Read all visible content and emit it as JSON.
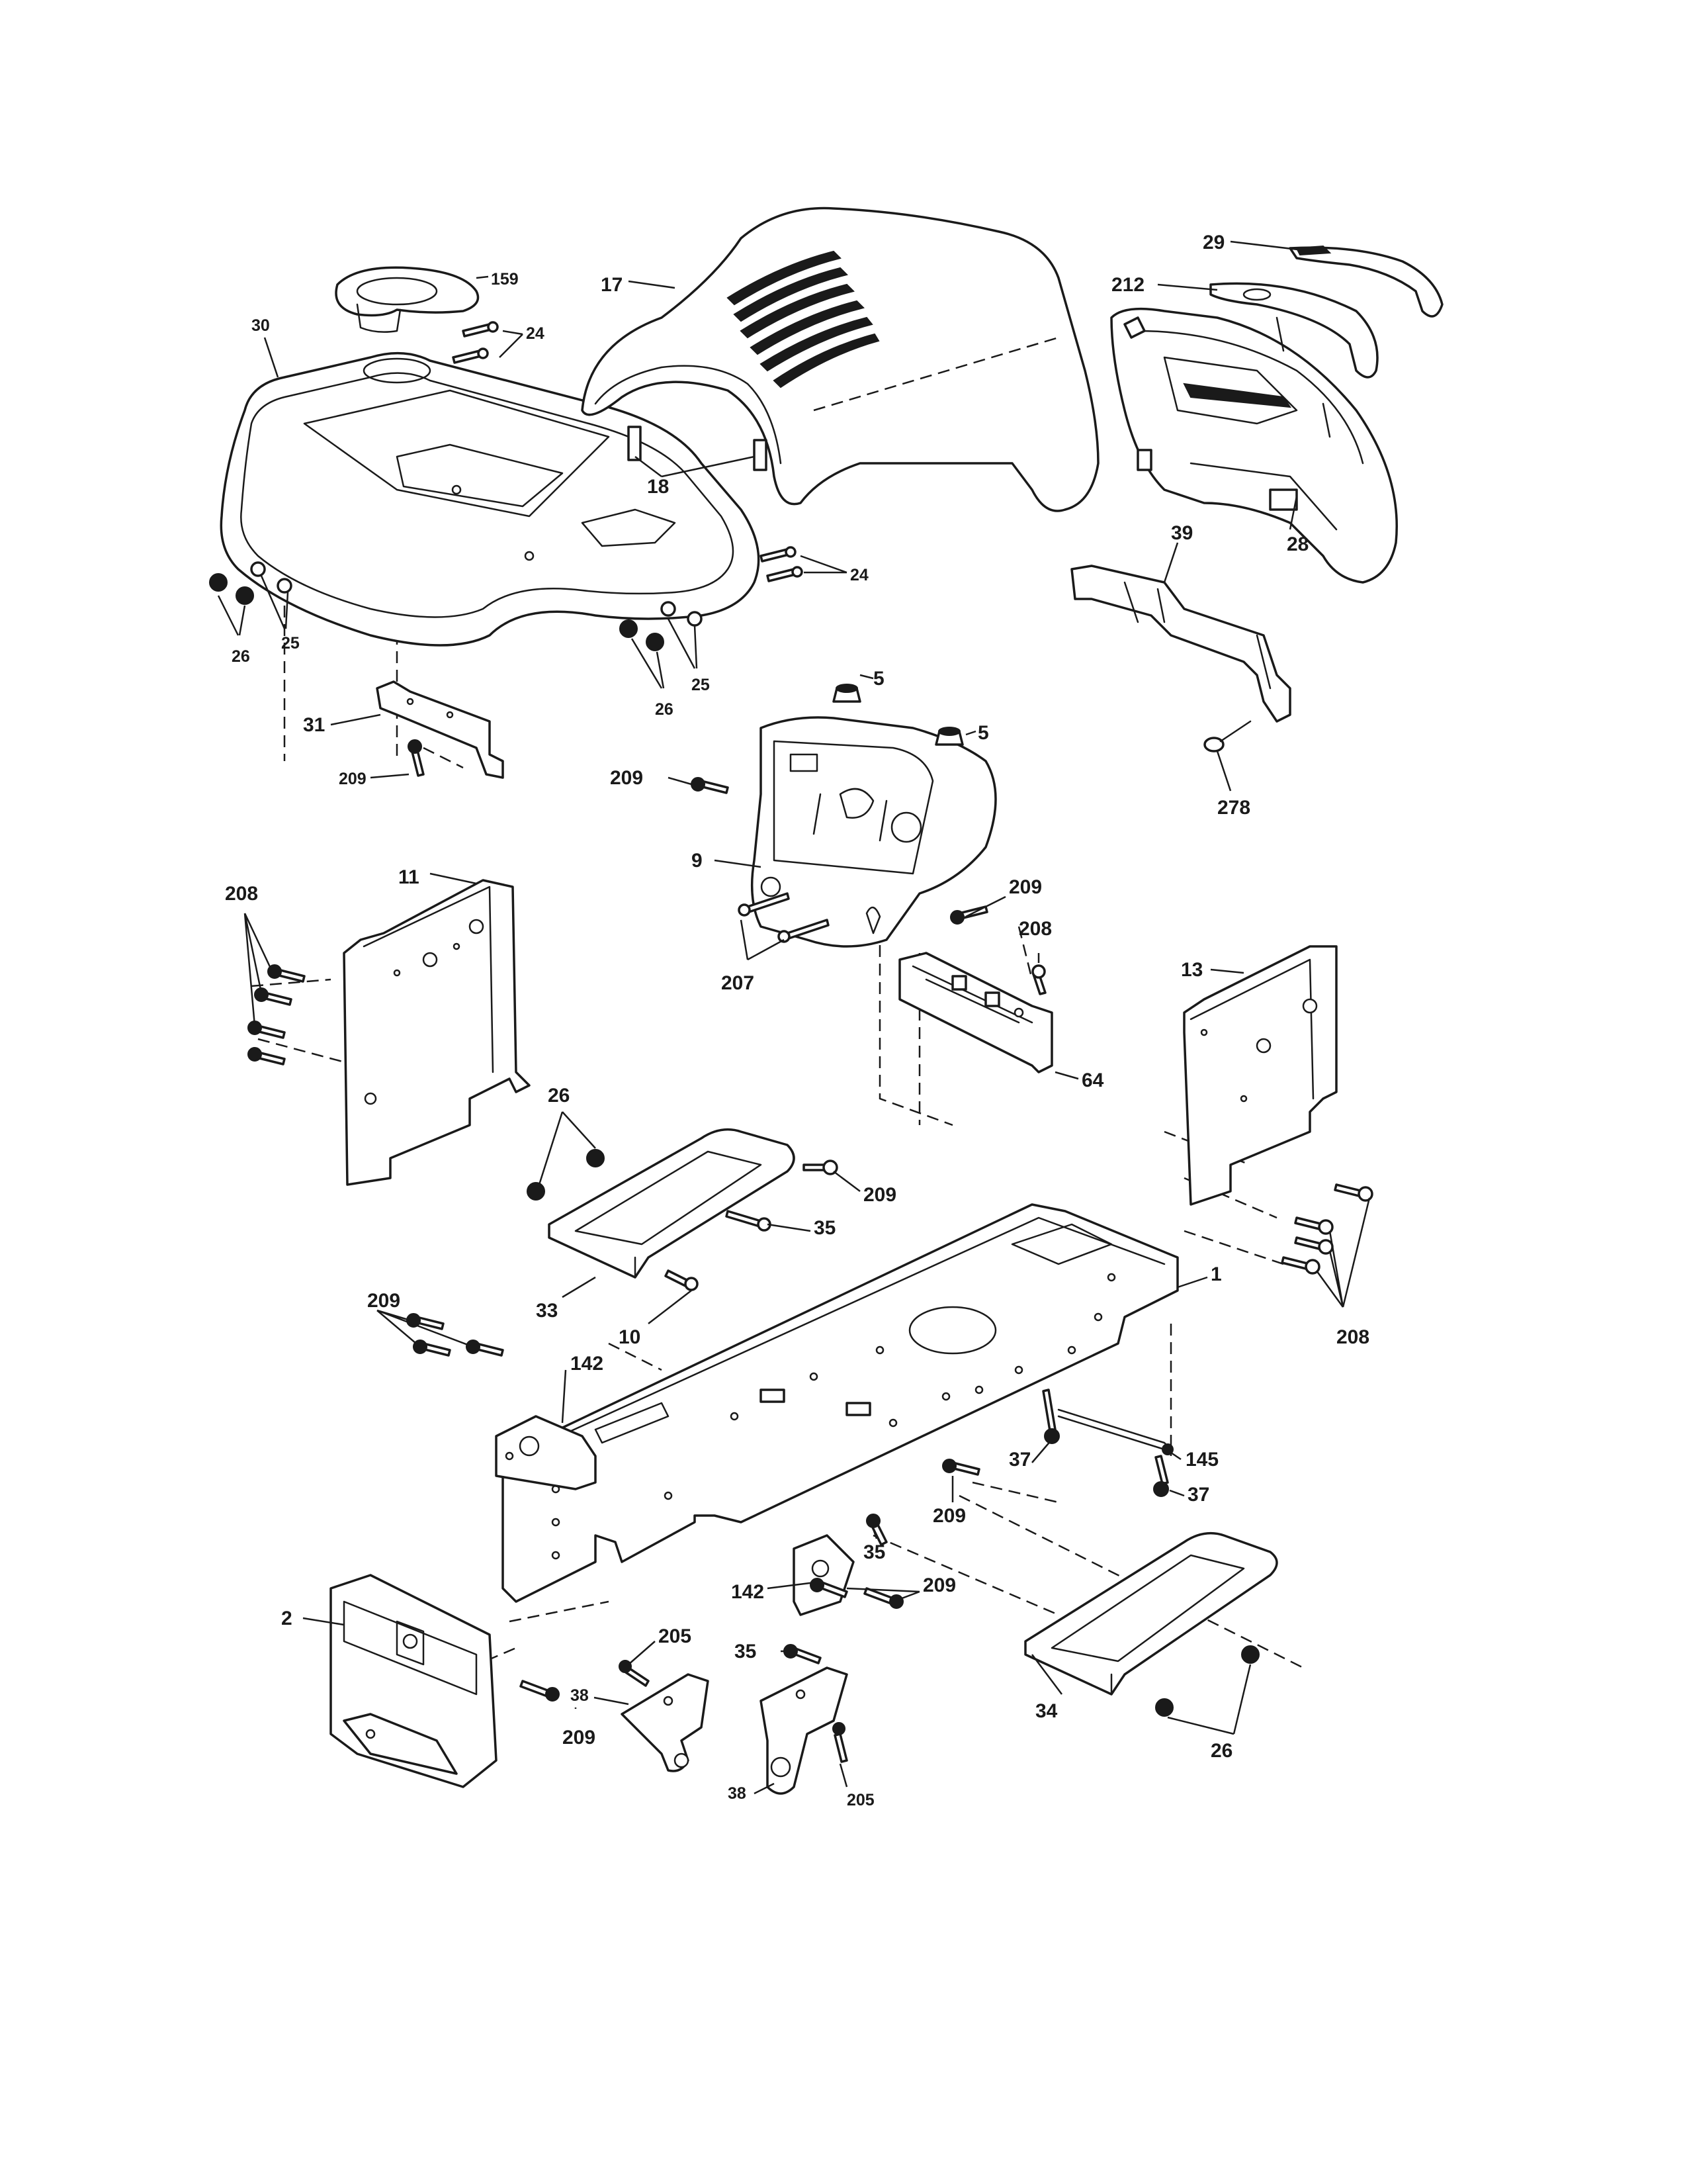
{
  "callouts": {
    "c159": "159",
    "c30": "30",
    "c24a": "24",
    "c24b": "24",
    "c25a": "25",
    "c25b": "25",
    "c26a": "26",
    "c26b": "26",
    "c17": "17",
    "c18": "18",
    "c29": "29",
    "c212": "212",
    "c28": "28",
    "c39": "39",
    "c278": "278",
    "c5a": "5",
    "c5b": "5",
    "c31": "31",
    "c209a": "209",
    "c209b": "209",
    "c9": "9",
    "c209c": "209",
    "c207": "207",
    "c208a": "208",
    "c64": "64",
    "c11": "11",
    "c208b": "208",
    "c13": "13",
    "c208c": "208",
    "c26c": "26",
    "c209d": "209",
    "c35a": "35",
    "c33": "33",
    "c10": "10",
    "c1": "1",
    "c209e": "209",
    "c142a": "142",
    "c37a": "37",
    "c145": "145",
    "c37b": "37",
    "c209f": "209",
    "c35b": "35",
    "c142b": "142",
    "c209g": "209",
    "c2": "2",
    "c205a": "205",
    "c35c": "35",
    "c38a": "38",
    "c209h": "209",
    "c34": "34",
    "c26d": "26",
    "c38b": "38",
    "c205b": "205"
  }
}
